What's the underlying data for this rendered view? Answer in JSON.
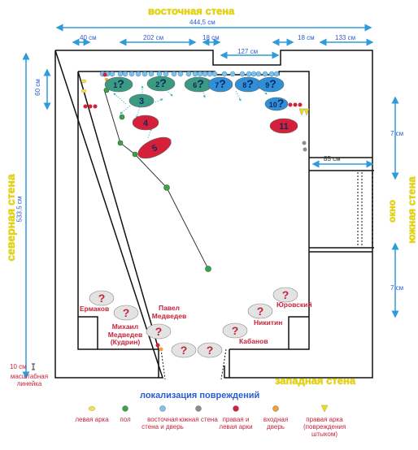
{
  "walls": {
    "east": "восточная стена",
    "north": "северная стена",
    "south": "южная стена",
    "west": "западная стена",
    "window": "окно"
  },
  "dimensions": {
    "total_top": "444,5 см",
    "seg1": "40 см",
    "seg2": "202 см",
    "seg3": "18 см",
    "seg4": "127 см",
    "seg5": "18 см",
    "seg6": "133 см",
    "left_60": "60 см",
    "left_total": "533,5 см",
    "right_top": "7 см",
    "right_bottom": "7 см",
    "inner_85": "85 см"
  },
  "scale": {
    "value": "10 см",
    "label": "масштабная линейка"
  },
  "victims": [
    {
      "id": "erm",
      "name": "Ермаков"
    },
    {
      "id": "mikh",
      "name": "Михаил Медведев (Кудрин)"
    },
    {
      "id": "pav",
      "name": "Павел Медведев"
    },
    {
      "id": "nik",
      "name": "Никитин"
    },
    {
      "id": "kab",
      "name": "Кабанов"
    },
    {
      "id": "yur",
      "name": "Юровский"
    }
  ],
  "figures": [
    "1?",
    "2?",
    "3",
    "4",
    "5",
    "6?",
    "7?",
    "8?",
    "9?",
    "10?",
    "11"
  ],
  "unknown_mark": "?",
  "legend": {
    "title": "локализация повреждений",
    "items": [
      {
        "label": "левая арка",
        "color": "#f0e068",
        "shape": "ellipse"
      },
      {
        "label": "пол",
        "color": "#3ea049",
        "shape": "circle"
      },
      {
        "label": "восточная стена и дверь",
        "color": "#7fc3ec",
        "shape": "circle"
      },
      {
        "label": "южная стена",
        "color": "#8c8c8c",
        "shape": "circle"
      },
      {
        "label": "правая и левая арки",
        "color": "#d6203a",
        "shape": "circle"
      },
      {
        "label": "входная дверь",
        "color": "#f0a03a",
        "shape": "circle"
      },
      {
        "label": "правая арка (повреждения штыком)",
        "color": "#f0e000",
        "shape": "triangle"
      }
    ]
  }
}
